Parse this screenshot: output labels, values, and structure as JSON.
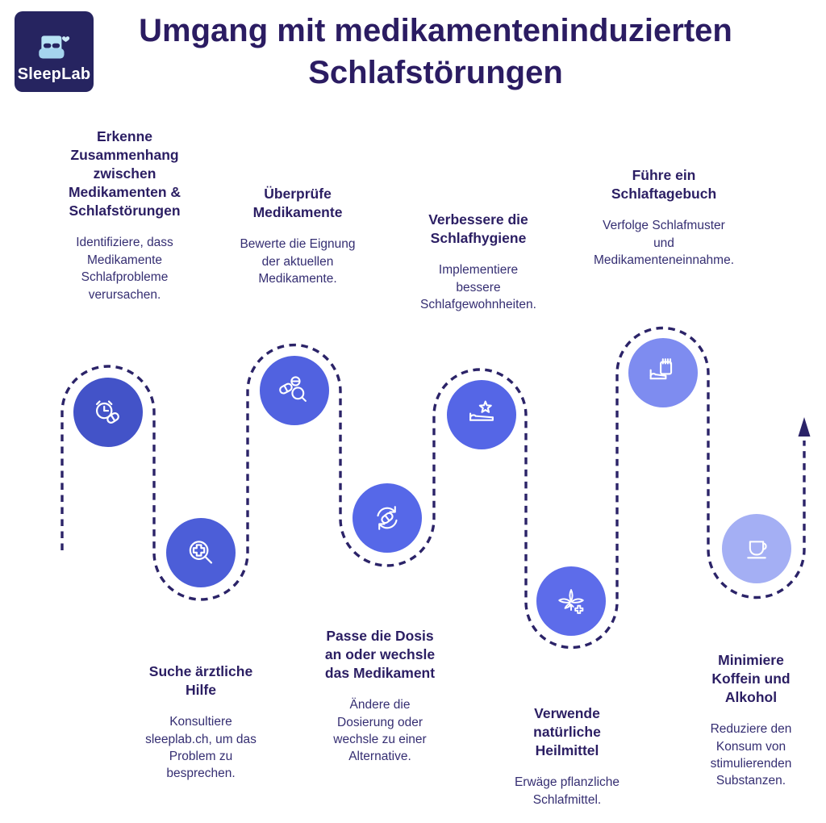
{
  "logo": {
    "brand": "SleepLab",
    "bg_color": "#262460"
  },
  "title": {
    "text": "Umgang mit medikamenteninduzierten\nSchlafstörungen",
    "color": "#2b1c62"
  },
  "path": {
    "style": "dashed",
    "color": "#2b2368",
    "arrow": "up"
  },
  "colors": {
    "heading": "#2b1e63",
    "body": "#352e72",
    "icon_stroke": "#ffffff",
    "background": "#ffffff"
  },
  "steps": [
    {
      "heading": "Erkenne\nZusammenhang\nzwischen\nMedikamenten &\nSchlafstörungen",
      "description": "Identifiziere, dass\nMedikamente\nSchlafprobleme\nverursachen.",
      "icon": "alarm-clock-pill-icon",
      "circle_color": "#4353c8"
    },
    {
      "heading": "Suche ärztliche\nHilfe",
      "description": "Konsultiere\nsleeplab.ch, um das\nProblem zu\nbesprechen.",
      "icon": "medical-search-icon",
      "circle_color": "#4c5ed8"
    },
    {
      "heading": "Überprüfe\nMedikamente",
      "description": "Bewerte die Eignung\nder aktuellen\nMedikamente.",
      "icon": "pills-inspection-icon",
      "circle_color": "#5162e0"
    },
    {
      "heading": "Passe die Dosis\nan oder wechsle\ndas Medikament",
      "description": "Ändere die\nDosierung oder\nwechsle zu einer\nAlternative.",
      "icon": "medication-change-icon",
      "circle_color": "#5668e8"
    },
    {
      "heading": "Verbessere die\nSchlafhygiene",
      "description": "Implementiere\nbessere\nSchlafgewohnheiten.",
      "icon": "bed-star-icon",
      "circle_color": "#5566e6"
    },
    {
      "heading": "Verwende\nnatürliche\nHeilmittel",
      "description": "Erwäge pflanzliche\nSchlafmittel.",
      "icon": "herbal-remedy-icon",
      "circle_color": "#5d6cea"
    },
    {
      "heading": "Führe ein\nSchlaftagebuch",
      "description": "Verfolge Schlafmuster\nund\nMedikamenteneinnahme.",
      "icon": "sleep-diary-icon",
      "circle_color": "#7e8cf0"
    },
    {
      "heading": "Minimiere\nKoffein und\nAlkohol",
      "description": "Reduziere den\nKonsum von\nstimulierenden\nSubstanzen.",
      "icon": "coffee-cup-icon",
      "circle_color": "#a4aff4"
    }
  ]
}
